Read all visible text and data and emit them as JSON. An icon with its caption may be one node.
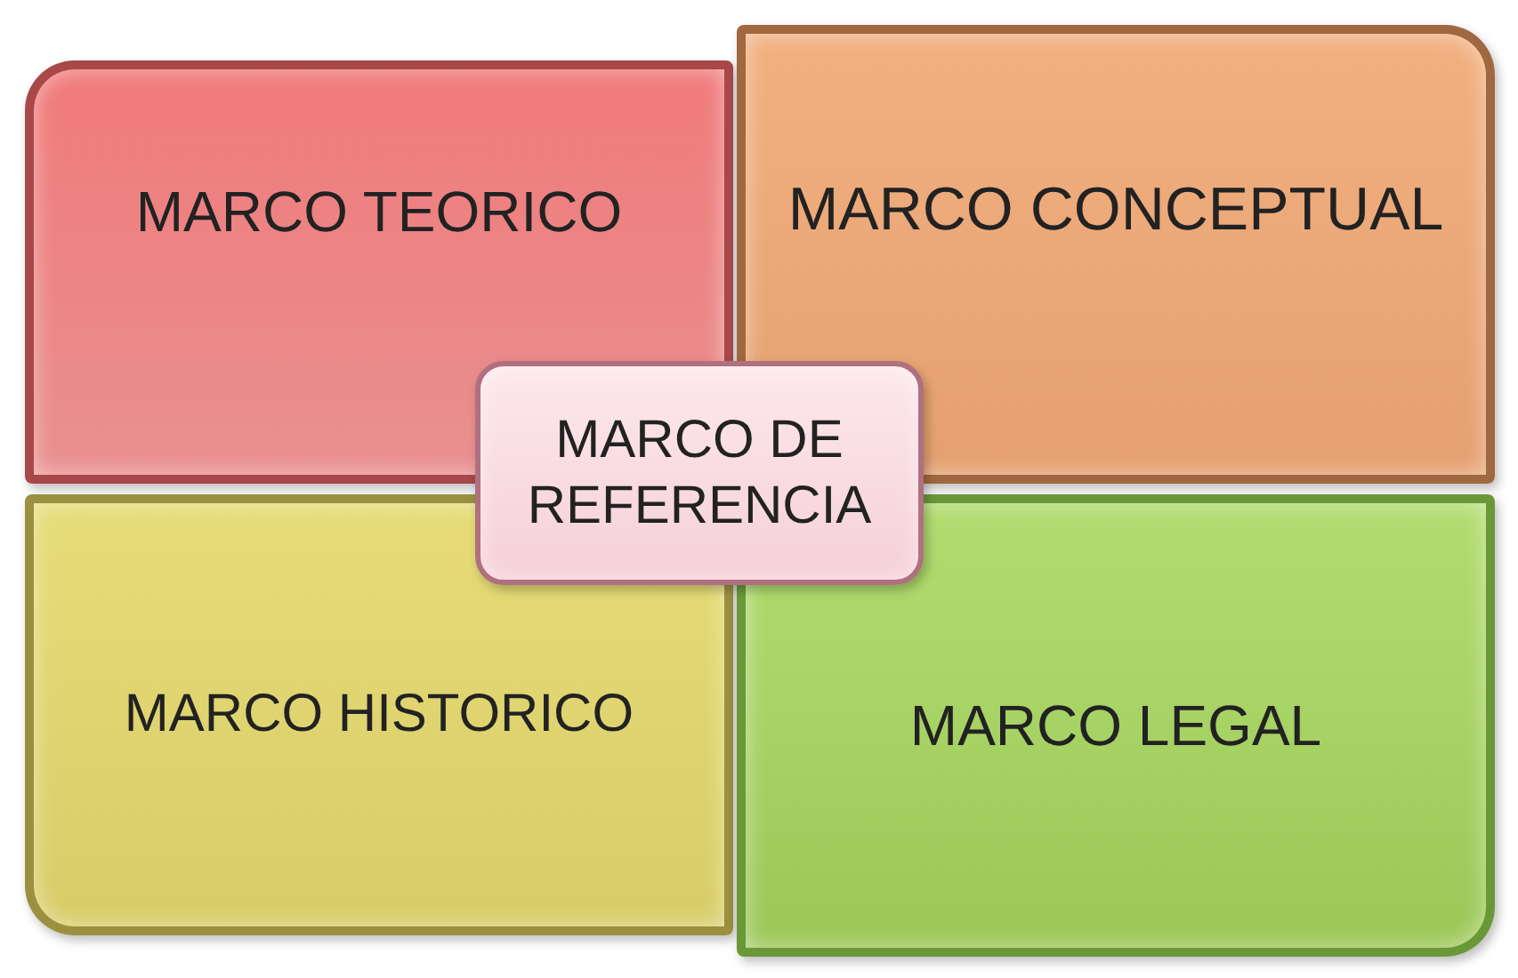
{
  "diagram": {
    "nodes": [
      {
        "text": [
          "MARCO TEORICO"
        ]
      },
      {
        "text": [
          "MARCO CONCEPTUAL"
        ]
      },
      {
        "text": [
          "MARCO DE REFERENCIA"
        ]
      },
      {
        "text": [
          "MARCO HISTORICO"
        ]
      },
      {
        "text": [
          "MARCO LEGAL"
        ]
      }
    ]
  }
}
